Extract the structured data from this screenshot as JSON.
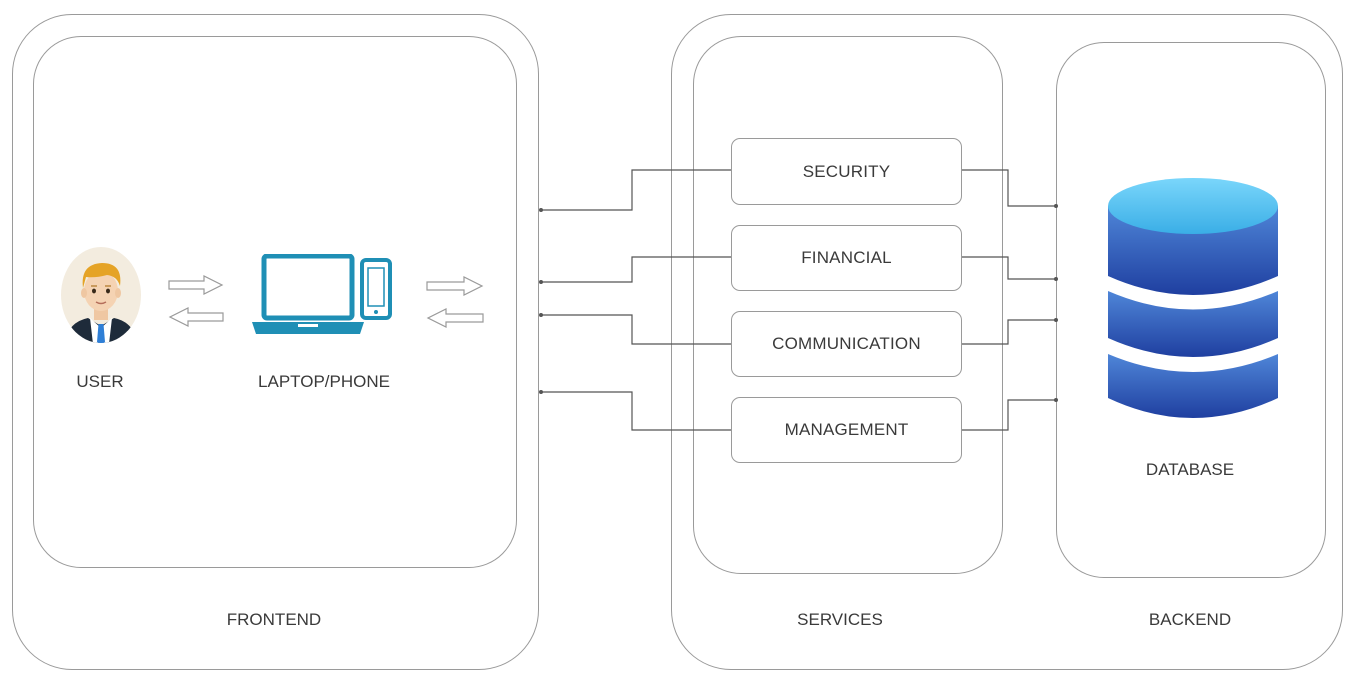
{
  "frontend": {
    "label": "FRONTEND",
    "user_label": "USER",
    "device_label": "LAPTOP/PHONE"
  },
  "services": {
    "label": "SERVICES",
    "items": [
      {
        "label": "SECURITY"
      },
      {
        "label": "FINANCIAL"
      },
      {
        "label": "COMMUNICATION"
      },
      {
        "label": "MANAGEMENT"
      }
    ]
  },
  "backend": {
    "label": "BACKEND",
    "database_label": "DATABASE"
  },
  "colors": {
    "border": "#9a9a9a",
    "connector": "#555555",
    "device_teal": "#1f8fb5",
    "db_top": "#5ec8f2",
    "db_body": "#2a4fb0"
  }
}
